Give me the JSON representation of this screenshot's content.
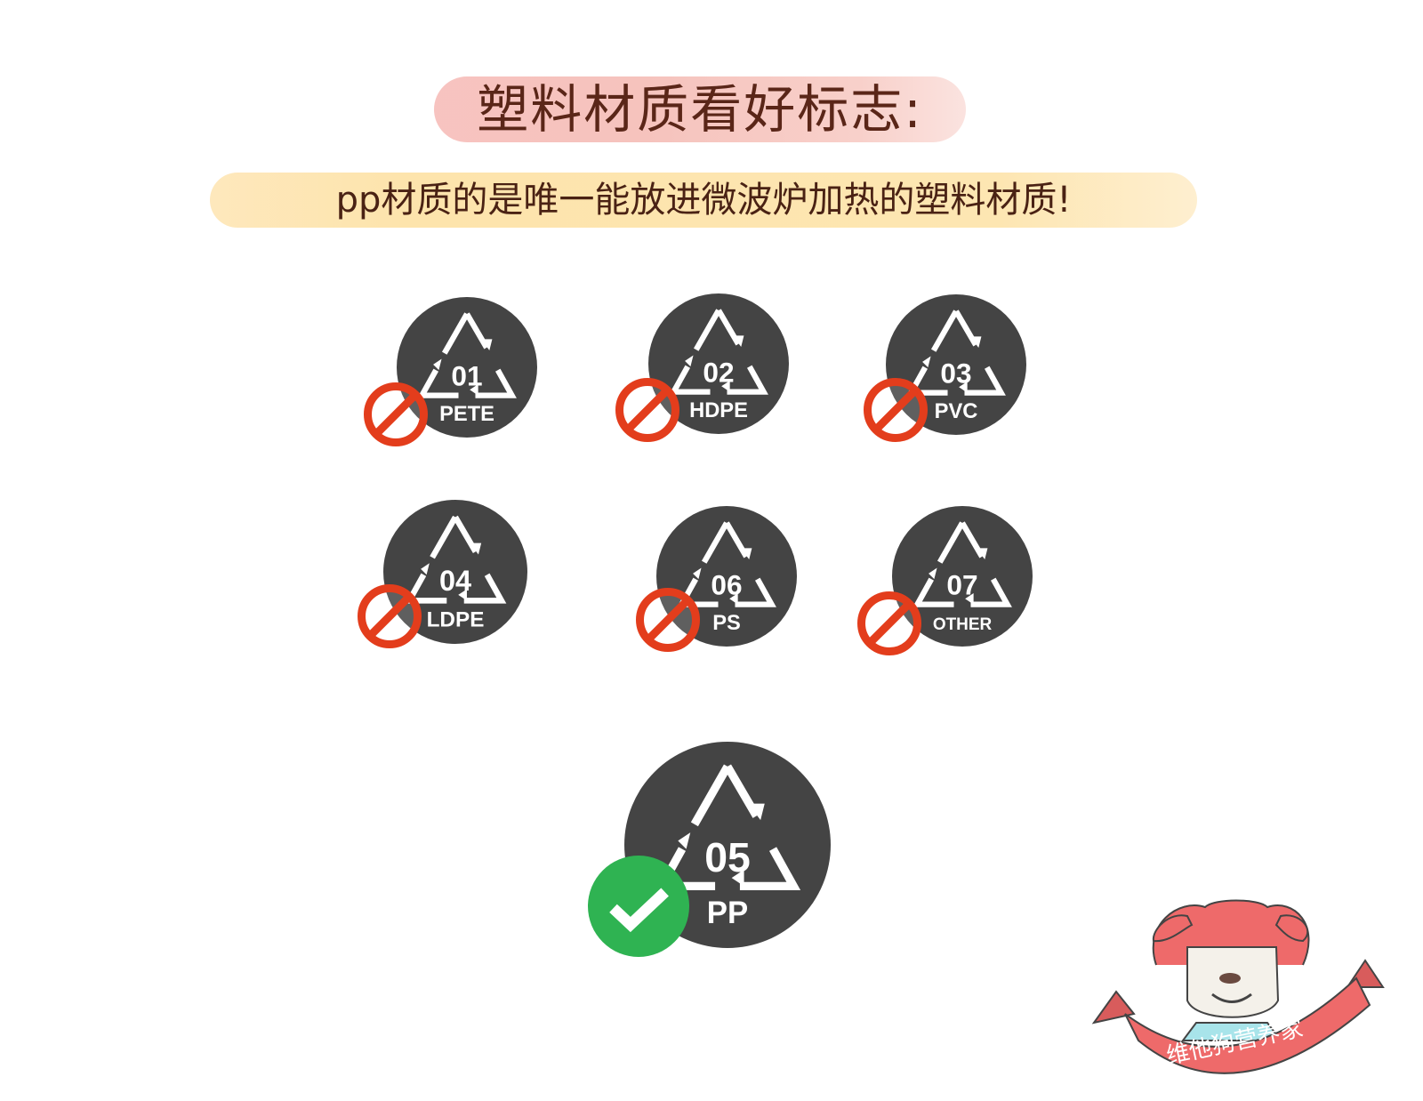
{
  "title": "塑料材质看好标志:",
  "subtitle": "pp材质的是唯一能放进微波炉加热的塑料材质!",
  "colors": {
    "forbidden": "#e33d1c",
    "allowed": "#2fb352",
    "badge": "#444444"
  },
  "badges": [
    {
      "number": "01",
      "code": "PETE",
      "status": "forbidden"
    },
    {
      "number": "02",
      "code": "HDPE",
      "status": "forbidden"
    },
    {
      "number": "03",
      "code": "PVC",
      "status": "forbidden"
    },
    {
      "number": "04",
      "code": "LDPE",
      "status": "forbidden"
    },
    {
      "number": "06",
      "code": "PS",
      "status": "forbidden"
    },
    {
      "number": "07",
      "code": "OTHER",
      "status": "forbidden"
    },
    {
      "number": "05",
      "code": "PP",
      "status": "allowed"
    }
  ],
  "logo": {
    "text": "维他狗营养家"
  }
}
